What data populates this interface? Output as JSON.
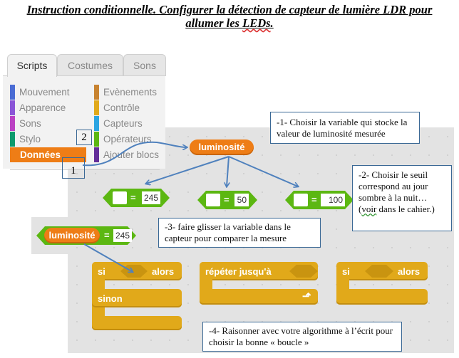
{
  "title": {
    "line1": "Instruction conditionnelle. Configurer la détection de capteur de lumière LDR pour",
    "line2_pre": "allumer les ",
    "line2_spell": "LEDs",
    "line2_post": "."
  },
  "palette": {
    "tabs": [
      {
        "label": "Scripts",
        "active": true
      },
      {
        "label": "Costumes",
        "active": false
      },
      {
        "label": "Sons",
        "active": false
      }
    ],
    "categories_left": [
      {
        "label": "Mouvement",
        "color": "#4a6cd4"
      },
      {
        "label": "Apparence",
        "color": "#8a55d7"
      },
      {
        "label": "Sons",
        "color": "#bb42c3"
      },
      {
        "label": "Stylo",
        "color": "#0e9a6c"
      },
      {
        "label": "Données",
        "color": "#ee7d16",
        "selected": true
      }
    ],
    "categories_right": [
      {
        "label": "Evènements",
        "color": "#c88330"
      },
      {
        "label": "Contrôle",
        "color": "#e1a91a"
      },
      {
        "label": "Capteurs",
        "color": "#2ca5e2"
      },
      {
        "label": "Opérateurs",
        "color": "#5cb712"
      },
      {
        "label": "Ajouter blocs",
        "color": "#632d99"
      }
    ]
  },
  "markers": {
    "one": "1",
    "two": "2"
  },
  "blocks": {
    "variable_label": "luminosité",
    "eq_sign": "=",
    "comparisons": [
      {
        "value": "245"
      },
      {
        "value": "50"
      },
      {
        "value": "100"
      }
    ],
    "filled_comparison": {
      "variable": "luminosité",
      "value": "245"
    },
    "if_else": {
      "if_label": "si",
      "then_label": "alors",
      "else_label": "sinon"
    },
    "repeat_until": {
      "label": "répéter jusqu'à",
      "loop_icon": "loop-arrow-icon"
    },
    "if_then": {
      "if_label": "si",
      "then_label": "alors"
    }
  },
  "notes": {
    "step1": "-1- Choisir la variable qui stocke la valeur de luminosité mesurée",
    "step2_pre": "-2- Choisir le seuil correspond au jour sombre à la nuit… (",
    "step2_spell": "voir",
    "step2_post": " dans le cahier.)",
    "step3": "-3- faire glisser la variable dans le capteur pour comparer la mesure",
    "step4": "-4- Raisonner avec votre algorithme à l’écrit pour choisir la bonne « boucle »"
  },
  "colors": {
    "data_orange": "#ee7d16",
    "operators_green": "#5cb712",
    "control_yellow": "#e1a91a",
    "note_border": "#3a6895",
    "arrow_blue": "#4f81bd"
  }
}
